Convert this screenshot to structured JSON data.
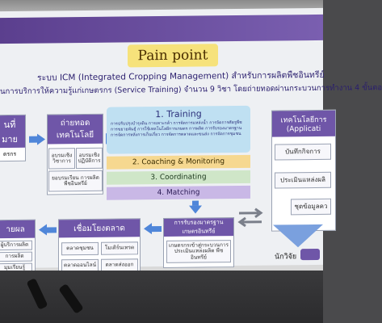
{
  "slide": {
    "title": "Pain point",
    "subtitle1": "ระบบ ICM (Integrated Cropping Management) สำหรับการผลิตพืชอินทรีย์",
    "subtitle2": "นการบริการให้ความรู้แก่เกษตรกร (Service Training) จำนวน 9 วิชา โดยถ่ายทอดผ่านกระบวนการทำงาน 4 ขั้นตอ"
  },
  "left_top": {
    "box1_line1": "นที่",
    "box1_line2": "มาย",
    "box1_cell": "ตรกร"
  },
  "transfer": {
    "title_line1": "ถ่ายทอด",
    "title_line2": "เทคโนโลยี",
    "cells": [
      "อบรมเชิง วิชาการ",
      "อบรมเชิง ปฏิบัติการ",
      "ยอบรมเรียน การผลิตพืชอินทรีย์"
    ]
  },
  "center": {
    "training_title": "1. Training",
    "training_text": "การปรับปรุงบำรุงดิน การเพาะกล้า  การจัดการแหล่งน้ำ การจัดการศัตรูพืช การขยายพันธุ์  การใช้เทคโนโลยีการเกษตร การผลิต การรับรองมาตรฐาน การจัดการหลังการเก็บเกี่ยว การจัดการตลาดและขนส่ง การจัดการชุมชน",
    "coaching": "2. Coaching & Monitoring",
    "coordinating": "3. Coordinating",
    "matching": "4. Matching"
  },
  "right": {
    "head_line1": "เทคโนโลยีการ",
    "head_line2": "(Applicati",
    "cells": [
      "บันทึกกิจการ",
      "ประเมินแหล่งผลิ",
      "ชุดข้อมูลคว"
    ],
    "researcher": "นักวิจัย"
  },
  "bottom": {
    "standard_title": "การรับรองมาตรฐาน เกษตรอินทรีย์",
    "standard_cell": "เกษตรกรเข้าสู่กระบวนการ ประเมินแหล่งผลิต พืชอินทรีย์",
    "market_title": "เชื่อมโยงตลาด",
    "market_cells": [
      "ตลาดชุมชน",
      "โมเดิร์นเทรด",
      "ตลาดออนไลน์",
      "ตลาดส่งออก"
    ],
    "left_title": "ายผล",
    "left_cells": [
      "ผู้บริการผลิต",
      "การผลิต",
      "มุมเรียนรู้"
    ]
  },
  "colors": {
    "header": "#6f56a8",
    "training_bg": "#bfe0f2",
    "coaching_bg": "#f6d890",
    "coordinating_bg": "#cfe6c8",
    "matching_bg": "#c9b8e6",
    "arrow": "#4f86d9"
  }
}
